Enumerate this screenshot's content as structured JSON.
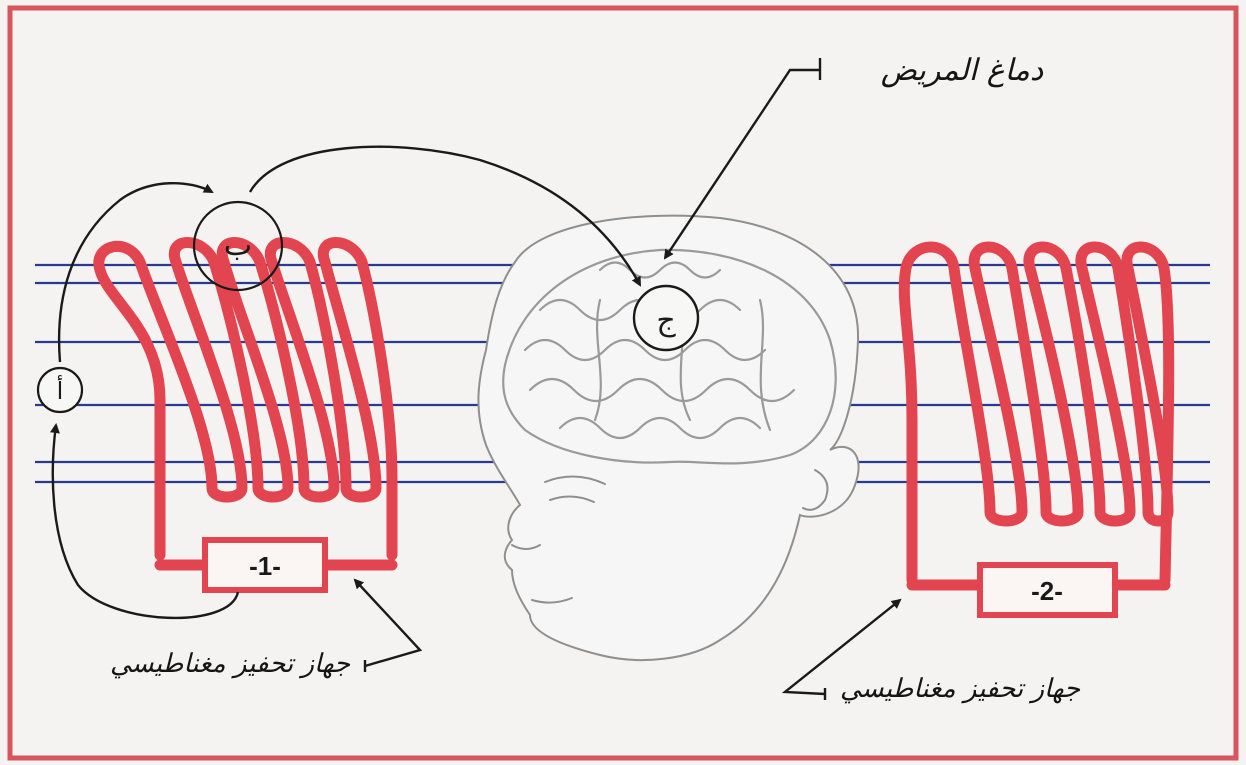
{
  "labels": {
    "patient_brain": "دماغ المريض",
    "device_left": "جهاز تحفيز مغناطيسي",
    "device_right": "جهاز تحفيز مغناطيسي",
    "device_1_number": "-1-",
    "device_2_number": "-2-",
    "node_a": "أ",
    "node_b": "ب",
    "node_c": "ج"
  },
  "colors": {
    "coil": "#e2454f",
    "field_lines": "#2b3a8f",
    "frame": "#d9545c",
    "ink": "#1a1a1a",
    "brain_sketch": "#9a9a9a"
  }
}
